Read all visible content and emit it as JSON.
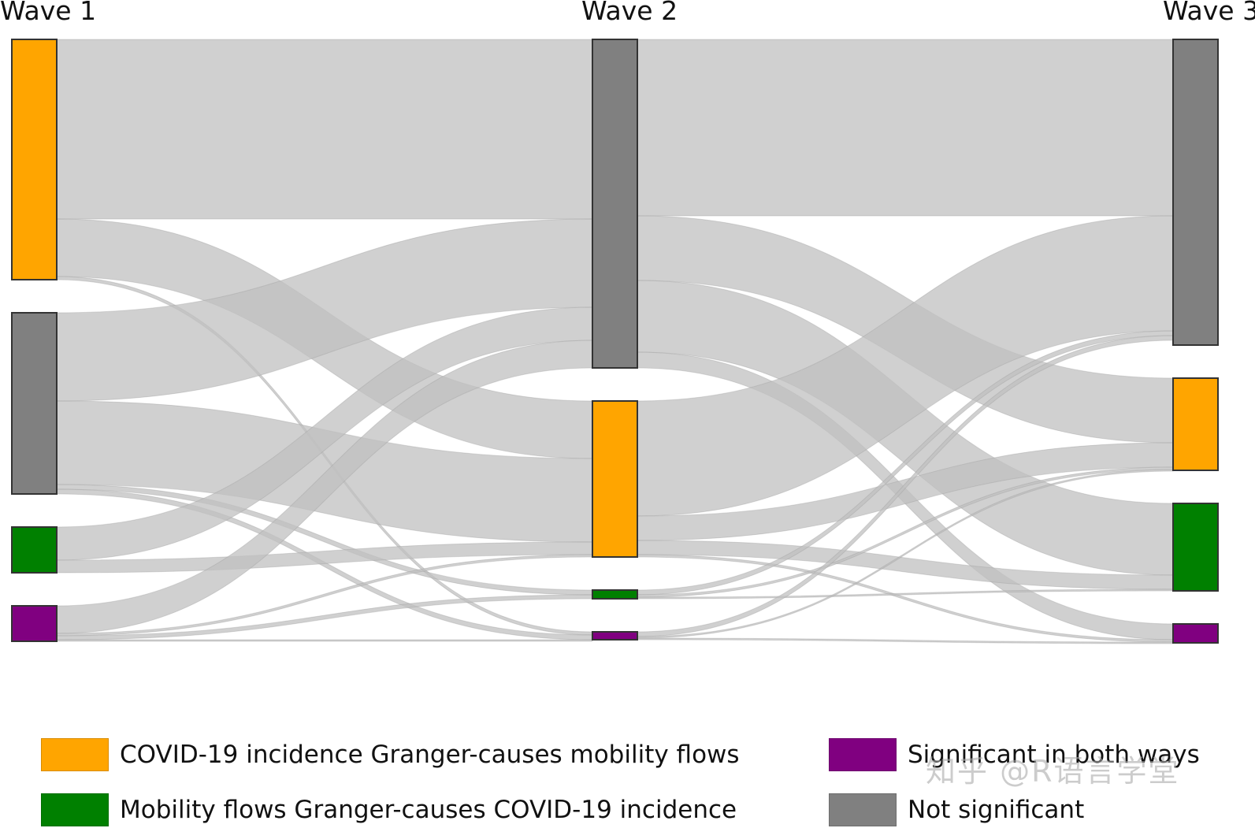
{
  "waves": [
    "Wave 1",
    "Wave 2",
    "Wave 3"
  ],
  "colors": {
    "incidence_causes_mobility": "#FFA500",
    "mobility_causes_incidence": "#008000",
    "both_ways": "#800080",
    "not_significant": "#808080",
    "link": "#c0c0c0"
  },
  "categories": [
    {
      "id": "not_significant",
      "label": "Not significant"
    },
    {
      "id": "incidence_causes_mobility",
      "label": "COVID-19 incidence Granger-causes mobility flows"
    },
    {
      "id": "mobility_causes_incidence",
      "label": "Mobility flows Granger-causes COVID-19 incidence"
    },
    {
      "id": "both_ways",
      "label": "Significant in both ways"
    }
  ],
  "nodes": {
    "wave1": {
      "incidence_causes_mobility": 30.5,
      "not_significant": 23,
      "mobility_causes_incidence": 5.8,
      "both_ways": 4.5
    },
    "wave2": {
      "not_significant": 41.7,
      "incidence_causes_mobility": 19.8,
      "mobility_causes_incidence": 1.1,
      "both_ways": 1.0
    },
    "wave3": {
      "not_significant": 38.8,
      "incidence_causes_mobility": 11.7,
      "mobility_causes_incidence": 11.1,
      "both_ways": 2.4
    }
  },
  "links": [
    {
      "stage": 0,
      "from": "incidence_causes_mobility",
      "to": "not_significant",
      "value": 22.8
    },
    {
      "stage": 0,
      "from": "incidence_causes_mobility",
      "to": "incidence_causes_mobility",
      "value": 7.3
    },
    {
      "stage": 0,
      "from": "incidence_causes_mobility",
      "to": "both_ways",
      "value": 0.4
    },
    {
      "stage": 0,
      "from": "not_significant",
      "to": "not_significant",
      "value": 11.2
    },
    {
      "stage": 0,
      "from": "not_significant",
      "to": "incidence_causes_mobility",
      "value": 10.6
    },
    {
      "stage": 0,
      "from": "not_significant",
      "to": "mobility_causes_incidence",
      "value": 0.6
    },
    {
      "stage": 0,
      "from": "not_significant",
      "to": "both_ways",
      "value": 0.6
    },
    {
      "stage": 0,
      "from": "mobility_causes_incidence",
      "to": "not_significant",
      "value": 4.2
    },
    {
      "stage": 0,
      "from": "mobility_causes_incidence",
      "to": "incidence_causes_mobility",
      "value": 1.6
    },
    {
      "stage": 0,
      "from": "both_ways",
      "to": "not_significant",
      "value": 3.5
    },
    {
      "stage": 0,
      "from": "both_ways",
      "to": "incidence_causes_mobility",
      "value": 0.3
    },
    {
      "stage": 0,
      "from": "both_ways",
      "to": "mobility_causes_incidence",
      "value": 0.5
    },
    {
      "stage": 0,
      "from": "both_ways",
      "to": "both_ways",
      "value": 0.2
    },
    {
      "stage": 1,
      "from": "not_significant",
      "to": "not_significant",
      "value": 22.4
    },
    {
      "stage": 1,
      "from": "not_significant",
      "to": "incidence_causes_mobility",
      "value": 8.2
    },
    {
      "stage": 1,
      "from": "not_significant",
      "to": "mobility_causes_incidence",
      "value": 9.1
    },
    {
      "stage": 1,
      "from": "not_significant",
      "to": "both_ways",
      "value": 2.0
    },
    {
      "stage": 1,
      "from": "incidence_causes_mobility",
      "to": "not_significant",
      "value": 14.6
    },
    {
      "stage": 1,
      "from": "incidence_causes_mobility",
      "to": "incidence_causes_mobility",
      "value": 3.1
    },
    {
      "stage": 1,
      "from": "incidence_causes_mobility",
      "to": "mobility_causes_incidence",
      "value": 1.8
    },
    {
      "stage": 1,
      "from": "incidence_causes_mobility",
      "to": "both_ways",
      "value": 0.3
    },
    {
      "stage": 1,
      "from": "mobility_causes_incidence",
      "to": "not_significant",
      "value": 0.6
    },
    {
      "stage": 1,
      "from": "mobility_causes_incidence",
      "to": "incidence_causes_mobility",
      "value": 0.3
    },
    {
      "stage": 1,
      "from": "mobility_causes_incidence",
      "to": "mobility_causes_incidence",
      "value": 0.2
    },
    {
      "stage": 1,
      "from": "both_ways",
      "to": "not_significant",
      "value": 0.6
    },
    {
      "stage": 1,
      "from": "both_ways",
      "to": "incidence_causes_mobility",
      "value": 0.2
    },
    {
      "stage": 1,
      "from": "both_ways",
      "to": "both_ways",
      "value": 0.2
    }
  ],
  "legend": [
    {
      "label": "COVID-19 incidence Granger-causes mobility flows",
      "color": "#FFA500"
    },
    {
      "label": "Mobility flows Granger-causes COVID-19 incidence",
      "color": "#008000"
    },
    {
      "label": "Significant in both ways",
      "color": "#800080"
    },
    {
      "label": "Not significant",
      "color": "#808080"
    }
  ],
  "watermark": "知乎 @R语言学堂"
}
